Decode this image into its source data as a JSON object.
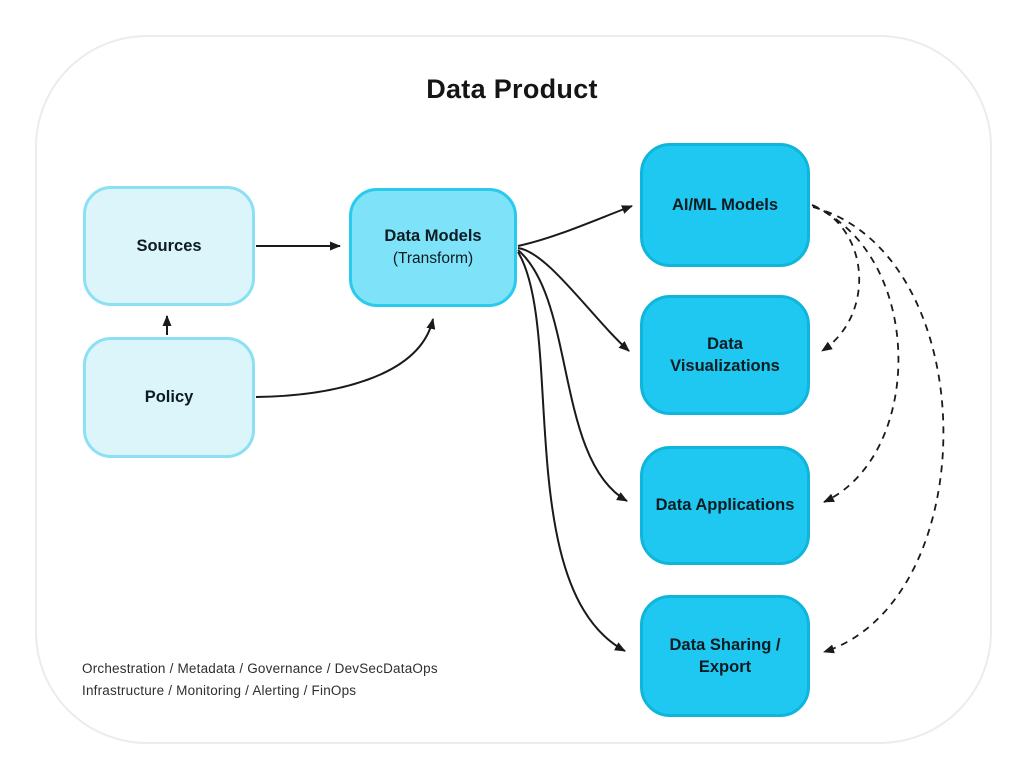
{
  "title": "Data Product",
  "nodes": {
    "sources": {
      "label": "Sources"
    },
    "policy": {
      "label": "Policy"
    },
    "data_models": {
      "label": "Data Models",
      "sublabel": "(Transform)"
    },
    "aiml": {
      "label": "AI/ML Models"
    },
    "visualizations": {
      "label": "Data Visualizations"
    },
    "applications": {
      "label": "Data Applications"
    },
    "sharing": {
      "label": "Data Sharing / Export"
    }
  },
  "edges": [
    {
      "from": "policy",
      "to": "sources",
      "style": "solid"
    },
    {
      "from": "sources",
      "to": "data_models",
      "style": "solid"
    },
    {
      "from": "policy",
      "to": "data_models",
      "style": "solid"
    },
    {
      "from": "data_models",
      "to": "aiml",
      "style": "solid"
    },
    {
      "from": "data_models",
      "to": "visualizations",
      "style": "solid"
    },
    {
      "from": "data_models",
      "to": "applications",
      "style": "solid"
    },
    {
      "from": "data_models",
      "to": "sharing",
      "style": "solid"
    },
    {
      "from": "aiml",
      "to": "visualizations",
      "style": "dashed"
    },
    {
      "from": "aiml",
      "to": "applications",
      "style": "dashed"
    },
    {
      "from": "aiml",
      "to": "sharing",
      "style": "dashed"
    }
  ],
  "footer": {
    "line1": "Orchestration / Metadata / Governance / DevSecDataOps",
    "line2": "Infrastructure / Monitoring / Alerting / FinOps"
  },
  "colors": {
    "node_light_fill": "#dcf5fb",
    "node_light_border": "#8be0f3",
    "node_mid_fill": "#7ee3f8",
    "node_mid_border": "#29caec",
    "node_bright_fill": "#1ec8f0",
    "node_bright_border": "#10b5dc",
    "arrow": "#1a1a1a",
    "container_border": "#ececec"
  }
}
